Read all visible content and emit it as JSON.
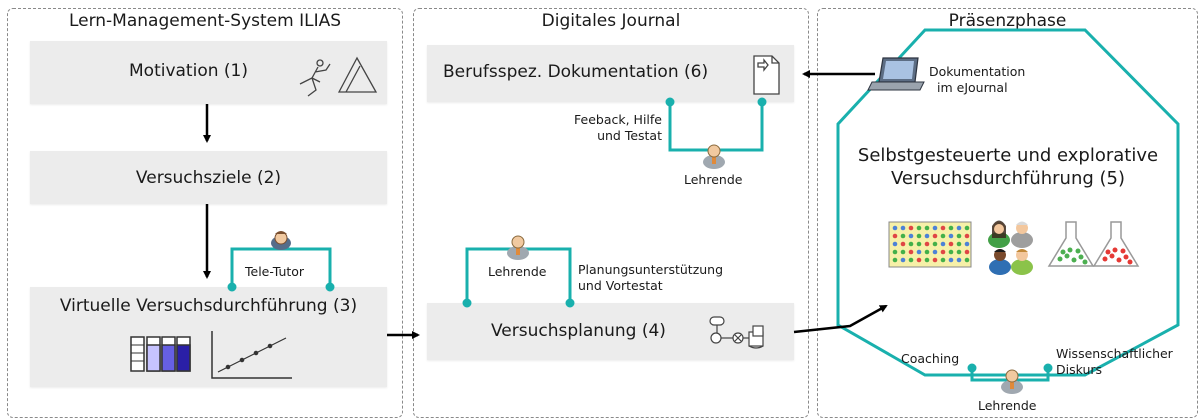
{
  "panels": {
    "left": {
      "title": "Lern-Management-System ILIAS"
    },
    "middle": {
      "title": "Digitales Journal"
    },
    "right": {
      "title": "Präsenzphase"
    }
  },
  "boxes": {
    "motivation": "Motivation (1)",
    "versuchsziele": "Versuchsziele (2)",
    "virtuelle": "Virtuelle Versuchsdurchführung (3)",
    "versuchsplanung": "Versuchsplanung (4)",
    "berufsspez": "Berufsspez. Dokumentation (6)"
  },
  "octagon": {
    "line1": "Selbstgesteuerte und explorative",
    "line2": "Versuchsdurchführung (5)"
  },
  "labels": {
    "tele_tutor": "Tele-Tutor",
    "lehrende_planning": "Lehrende",
    "planungs_1": "Planungsunterstützung",
    "planungs_2": "und Vortestat",
    "feedback_1": "Feeback, Hilfe",
    "feedback_2": "und Testat",
    "lehrende_journal": "Lehrende",
    "doku_1": "Dokumentation",
    "doku_2": "im eJournal",
    "coaching": "Coaching",
    "wiss_1": "Wissenschaftlicher",
    "wiss_2": "Diskurs",
    "lehrende_bottom": "Lehrende"
  },
  "colors": {
    "accent_teal": "#19b0ad",
    "box_fill": "#ececec",
    "arrow": "#000000"
  }
}
